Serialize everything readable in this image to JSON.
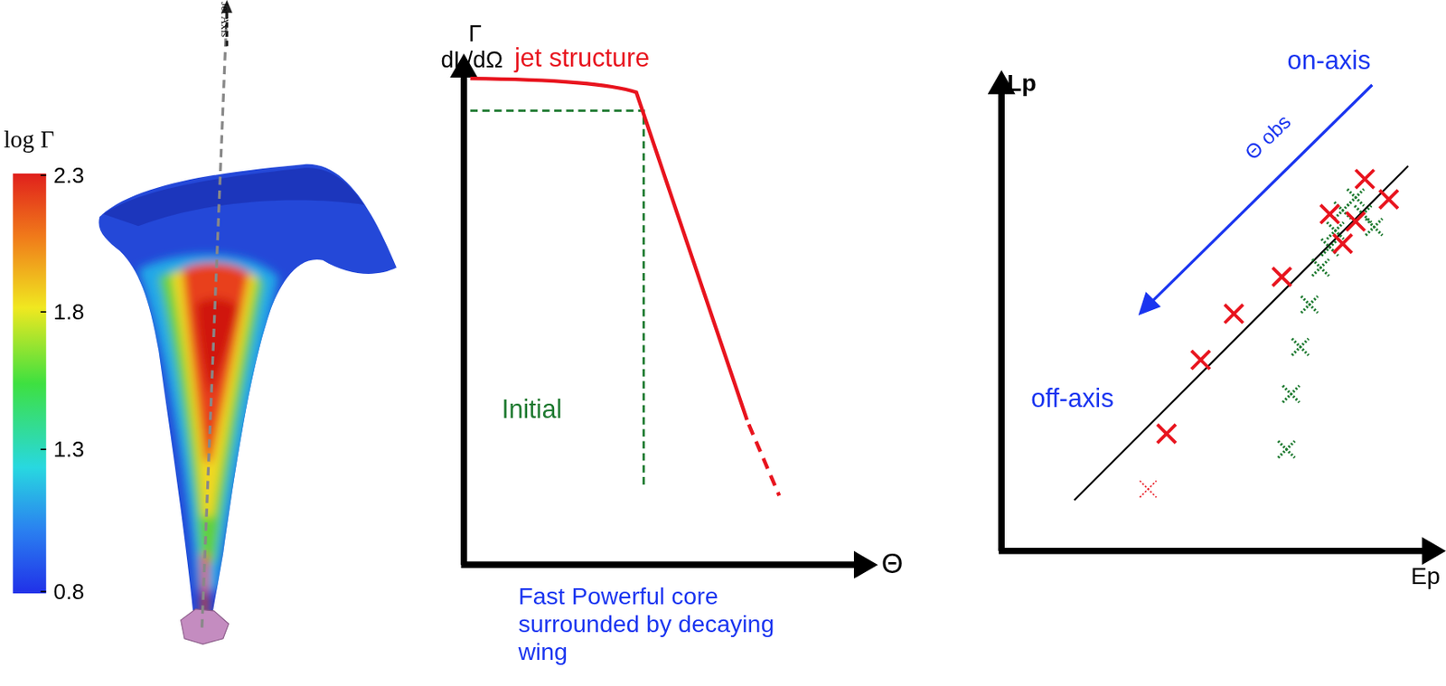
{
  "diagram": {
    "labels": [
      "Jet Axis",
      "log Γ",
      "2.3",
      "1.8",
      "1.3",
      "0.8",
      "Γ",
      "dL/dΩ",
      "jet structure",
      "Initial",
      "Θ",
      "Fast Powerful core surrounded by decaying wing",
      "Lp",
      "on-axis",
      "Θ obs",
      "off-axis",
      "Ep"
    ]
  }
}
